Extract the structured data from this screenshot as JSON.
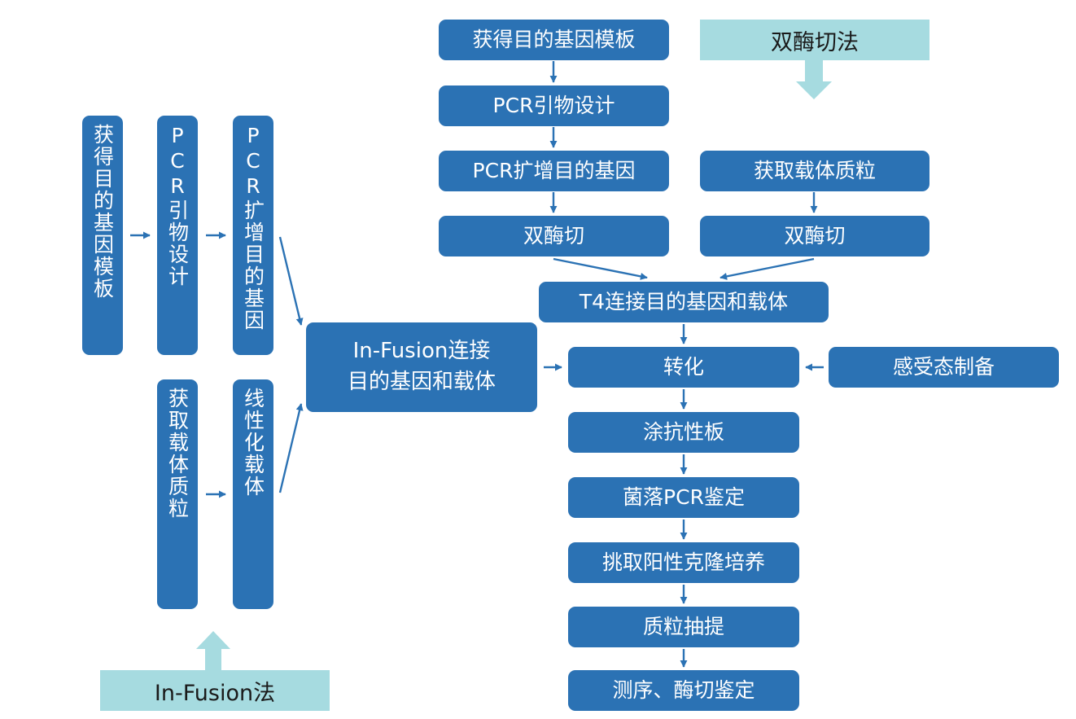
{
  "colors": {
    "box": "#2b72b4",
    "box_text": "#ffffff",
    "method_label": "#a6dbe0",
    "arrow": "#2b72b4"
  },
  "infusion": {
    "method_label": "In-Fusion法",
    "get_template": "获得目的基因模板",
    "primer_design": "PCR引物设计",
    "pcr_amplify": "PCR扩增目的基因",
    "get_vector": "获取载体质粒",
    "linearize_vector": "线性化载体",
    "ligation_line1": "In-Fusion连接",
    "ligation_line2": "目的基因和载体"
  },
  "double_digest": {
    "method_label": "双酶切法",
    "get_template": "获得目的基因模板",
    "primer_design": "PCR引物设计",
    "pcr_amplify": "PCR扩增目的基因",
    "get_vector": "获取载体质粒",
    "digest_gene": "双酶切",
    "digest_vector": "双酶切",
    "t4_ligation": "T4连接目的基因和载体"
  },
  "common": {
    "transformation": "转化",
    "competent_cells": "感受态制备",
    "plating": "涂抗性板",
    "colony_pcr": "菌落PCR鉴定",
    "pick_positive": "挑取阳性克隆培养",
    "plasmid_extraction": "质粒抽提",
    "sequencing": "测序、酶切鉴定"
  }
}
